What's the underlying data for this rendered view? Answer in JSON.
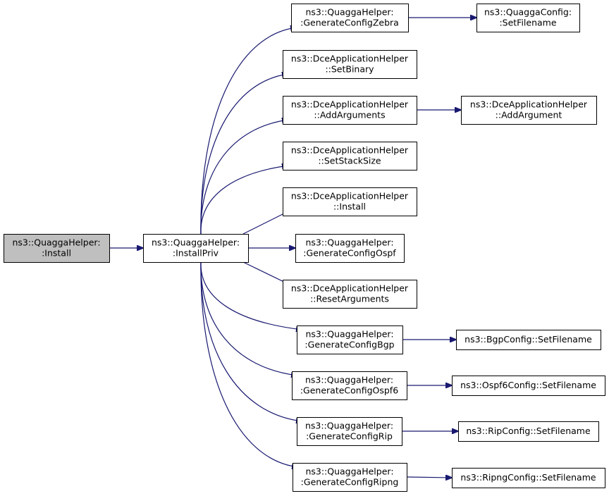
{
  "colors": {
    "edge": "#191970",
    "node_border": "#000000",
    "node_fill": "#ffffff",
    "focus_fill": "#bfbfbf",
    "text": "#000000"
  },
  "nodes": [
    {
      "id": "install",
      "lines": [
        "ns3::QuaggaHelper:",
        ":Install"
      ],
      "focus": true
    },
    {
      "id": "installpriv",
      "lines": [
        "ns3::QuaggaHelper:",
        ":InstallPriv"
      ]
    },
    {
      "id": "genzebra",
      "lines": [
        "ns3::QuaggaHelper:",
        ":GenerateConfigZebra"
      ]
    },
    {
      "id": "quaggaconfig",
      "lines": [
        "ns3::QuaggaConfig:",
        ":SetFilename"
      ]
    },
    {
      "id": "setbinary",
      "lines": [
        "ns3::DceApplicationHelper",
        "::SetBinary"
      ]
    },
    {
      "id": "addarguments",
      "lines": [
        "ns3::DceApplicationHelper",
        "::AddArguments"
      ]
    },
    {
      "id": "addargument",
      "lines": [
        "ns3::DceApplicationHelper",
        "::AddArgument"
      ]
    },
    {
      "id": "setstacksize",
      "lines": [
        "ns3::DceApplicationHelper",
        "::SetStackSize"
      ]
    },
    {
      "id": "dceinstall",
      "lines": [
        "ns3::DceApplicationHelper",
        "::Install"
      ]
    },
    {
      "id": "genospf",
      "lines": [
        "ns3::QuaggaHelper:",
        ":GenerateConfigOspf"
      ]
    },
    {
      "id": "resetargs",
      "lines": [
        "ns3::DceApplicationHelper",
        "::ResetArguments"
      ]
    },
    {
      "id": "genbgp",
      "lines": [
        "ns3::QuaggaHelper:",
        ":GenerateConfigBgp"
      ]
    },
    {
      "id": "bgpconfig",
      "lines": [
        "ns3::BgpConfig::SetFilename"
      ]
    },
    {
      "id": "genospf6",
      "lines": [
        "ns3::QuaggaHelper:",
        ":GenerateConfigOspf6"
      ]
    },
    {
      "id": "ospf6config",
      "lines": [
        "ns3::Ospf6Config::SetFilename"
      ]
    },
    {
      "id": "genrip",
      "lines": [
        "ns3::QuaggaHelper:",
        ":GenerateConfigRip"
      ]
    },
    {
      "id": "ripconfig",
      "lines": [
        "ns3::RipConfig::SetFilename"
      ]
    },
    {
      "id": "genripng",
      "lines": [
        "ns3::QuaggaHelper:",
        ":GenerateConfigRipng"
      ]
    },
    {
      "id": "ripngconfig",
      "lines": [
        "ns3::RipngConfig::SetFilename"
      ]
    }
  ],
  "edges": [
    [
      "install",
      "installpriv"
    ],
    [
      "installpriv",
      "genzebra"
    ],
    [
      "genzebra",
      "quaggaconfig"
    ],
    [
      "installpriv",
      "setbinary"
    ],
    [
      "installpriv",
      "addarguments"
    ],
    [
      "addarguments",
      "addargument"
    ],
    [
      "installpriv",
      "setstacksize"
    ],
    [
      "installpriv",
      "dceinstall"
    ],
    [
      "installpriv",
      "genospf"
    ],
    [
      "installpriv",
      "resetargs"
    ],
    [
      "installpriv",
      "genbgp"
    ],
    [
      "genbgp",
      "bgpconfig"
    ],
    [
      "installpriv",
      "genospf6"
    ],
    [
      "genospf6",
      "ospf6config"
    ],
    [
      "installpriv",
      "genrip"
    ],
    [
      "genrip",
      "ripconfig"
    ],
    [
      "installpriv",
      "genripng"
    ],
    [
      "genripng",
      "ripngconfig"
    ]
  ]
}
